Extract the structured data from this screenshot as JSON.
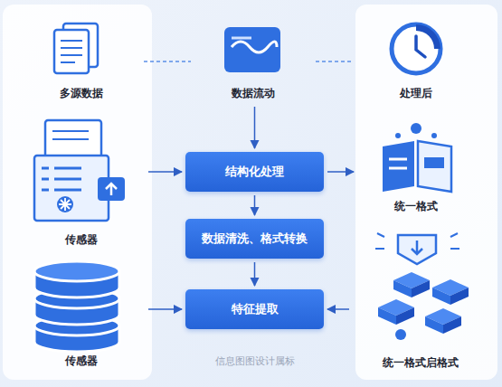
{
  "diagram": {
    "nodes": [
      {
        "text": [
          "多源数据"
        ]
      },
      {
        "text": [
          "数据流动"
        ]
      },
      {
        "text": [
          "处理后"
        ]
      },
      {
        "text": [
          "传感器"
        ]
      },
      {
        "text": [
          "结构化处理"
        ]
      },
      {
        "text": [
          "统一格式"
        ]
      },
      {
        "text": [
          "数据清洗、格式转换"
        ]
      },
      {
        "text": [
          "传感器"
        ]
      },
      {
        "text": [
          "特征提取"
        ]
      },
      {
        "text": [
          "统一格式启格式"
        ]
      }
    ],
    "edges": [
      {
        "from": 0,
        "to": 1,
        "arrow": "none"
      },
      {
        "from": 1,
        "to": 2,
        "arrow": "none"
      },
      {
        "from": 1,
        "to": 4,
        "arrow": "to"
      },
      {
        "from": 3,
        "to": 4,
        "arrow": "to"
      },
      {
        "from": 4,
        "to": 5,
        "arrow": "to"
      },
      {
        "from": 4,
        "to": 6,
        "arrow": "to"
      },
      {
        "from": 6,
        "to": 8,
        "arrow": "to"
      },
      {
        "from": 7,
        "to": 8,
        "arrow": "to"
      },
      {
        "from": 9,
        "to": 8,
        "arrow": "to"
      }
    ],
    "labels": [
      "信息图图设计属标"
    ]
  }
}
